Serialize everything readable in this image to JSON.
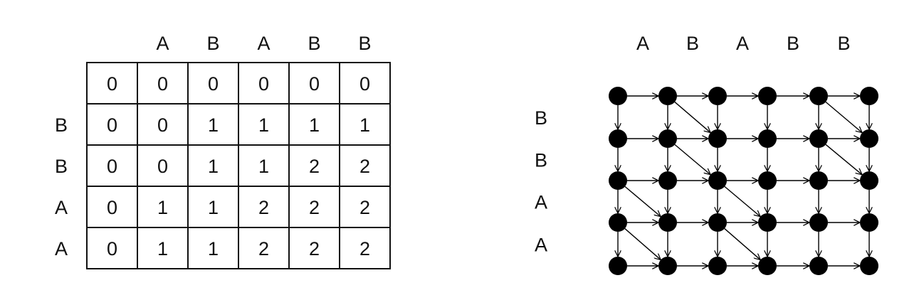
{
  "table": {
    "column_headers": [
      "A",
      "B",
      "A",
      "B",
      "B"
    ],
    "row_headers": [
      "",
      "B",
      "B",
      "A",
      "A"
    ],
    "cells": [
      [
        "0",
        "0",
        "0",
        "0",
        "0",
        "0"
      ],
      [
        "0",
        "0",
        "1",
        "1",
        "1",
        "1"
      ],
      [
        "0",
        "0",
        "1",
        "1",
        "2",
        "2"
      ],
      [
        "0",
        "1",
        "1",
        "2",
        "2",
        "2"
      ],
      [
        "0",
        "1",
        "1",
        "2",
        "2",
        "2"
      ]
    ]
  },
  "graph": {
    "column_headers": [
      "A",
      "B",
      "A",
      "B",
      "B"
    ],
    "row_headers": [
      "B",
      "B",
      "A",
      "A"
    ],
    "diagonals": [
      [
        1,
        0
      ],
      [
        4,
        0
      ],
      [
        1,
        1
      ],
      [
        4,
        1
      ],
      [
        0,
        2
      ],
      [
        2,
        2
      ],
      [
        0,
        3
      ],
      [
        2,
        3
      ]
    ]
  }
}
